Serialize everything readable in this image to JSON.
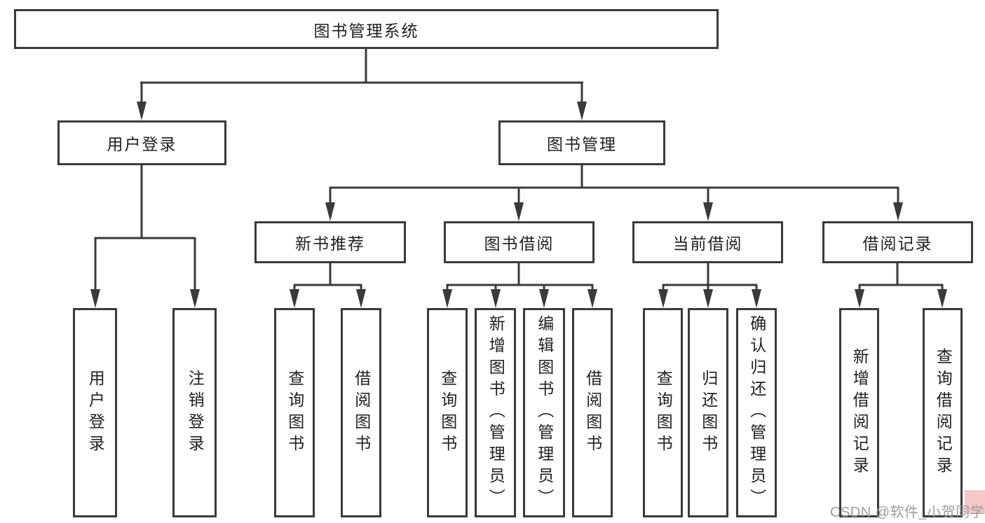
{
  "diagram": {
    "root": {
      "label": "图书管理系统"
    },
    "branches": [
      {
        "label": "用户登录",
        "children": [
          {
            "label": "用户登录"
          },
          {
            "label": "注销登录"
          }
        ]
      },
      {
        "label": "图书管理",
        "children": [
          {
            "label": "新书推荐",
            "children": [
              {
                "label": "查询图书"
              },
              {
                "label": "借阅图书"
              }
            ]
          },
          {
            "label": "图书借阅",
            "children": [
              {
                "label": "查询图书"
              },
              {
                "label": "新增图书（管理员）"
              },
              {
                "label": "编辑图书（管理员）"
              },
              {
                "label": "借阅图书"
              }
            ]
          },
          {
            "label": "当前借阅",
            "children": [
              {
                "label": "查询图书"
              },
              {
                "label": "归还图书"
              },
              {
                "label": "确认归还（管理员）"
              }
            ]
          },
          {
            "label": "借阅记录",
            "children": [
              {
                "label": "新增借阅记录"
              },
              {
                "label": "查询借阅记录"
              }
            ]
          }
        ]
      }
    ]
  },
  "watermark": {
    "text": "CSDN @软件_小贺同学"
  },
  "colors": {
    "line": "#3a3a3a",
    "box_border": "#3a3a3a",
    "text": "#1f1f1f",
    "watermark_text": "#9c9c9c",
    "watermark_accent": "#f6c8c8",
    "background": "#ffffff"
  }
}
